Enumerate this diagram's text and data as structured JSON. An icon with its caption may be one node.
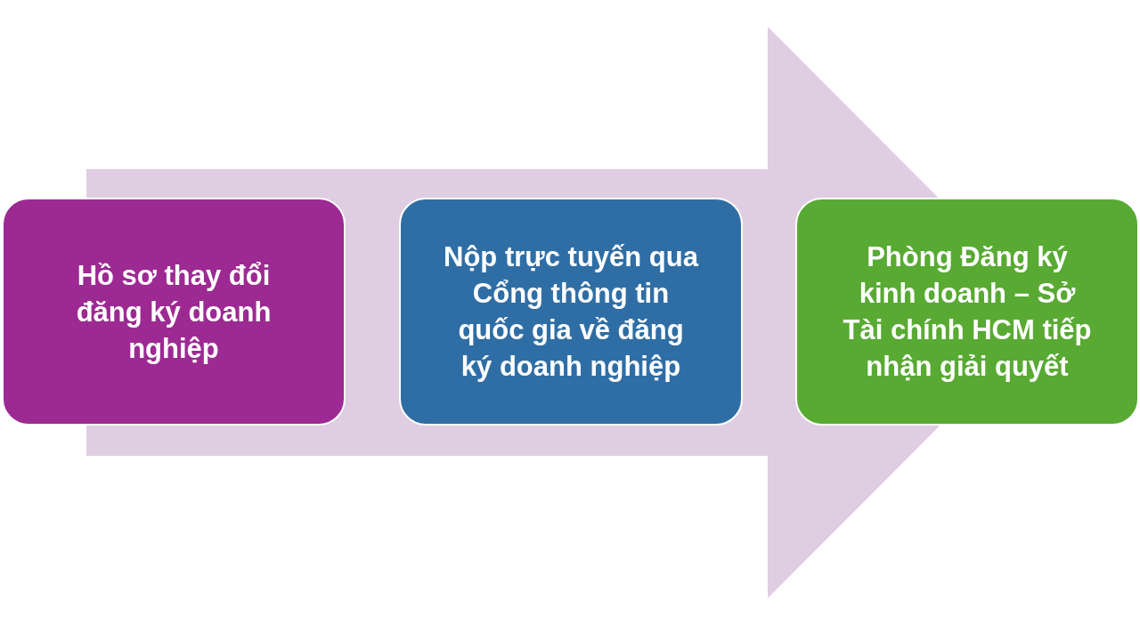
{
  "diagram": {
    "nodes": [
      {
        "text": [
          "Hồ sơ thay đổi đăng ký doanh nghiệp"
        ]
      },
      {
        "text": [
          "Nộp trực tuyến qua Cổng thông tin quốc gia về đăng ký doanh nghiệp"
        ]
      },
      {
        "text": [
          "Phòng Đăng ký kinh doanh – Sở Tài chính HCM tiếp nhận giải quyết"
        ]
      }
    ],
    "edges": [
      {
        "from": 0,
        "to": 2,
        "arrow": "to",
        "style": "thick"
      }
    ]
  }
}
